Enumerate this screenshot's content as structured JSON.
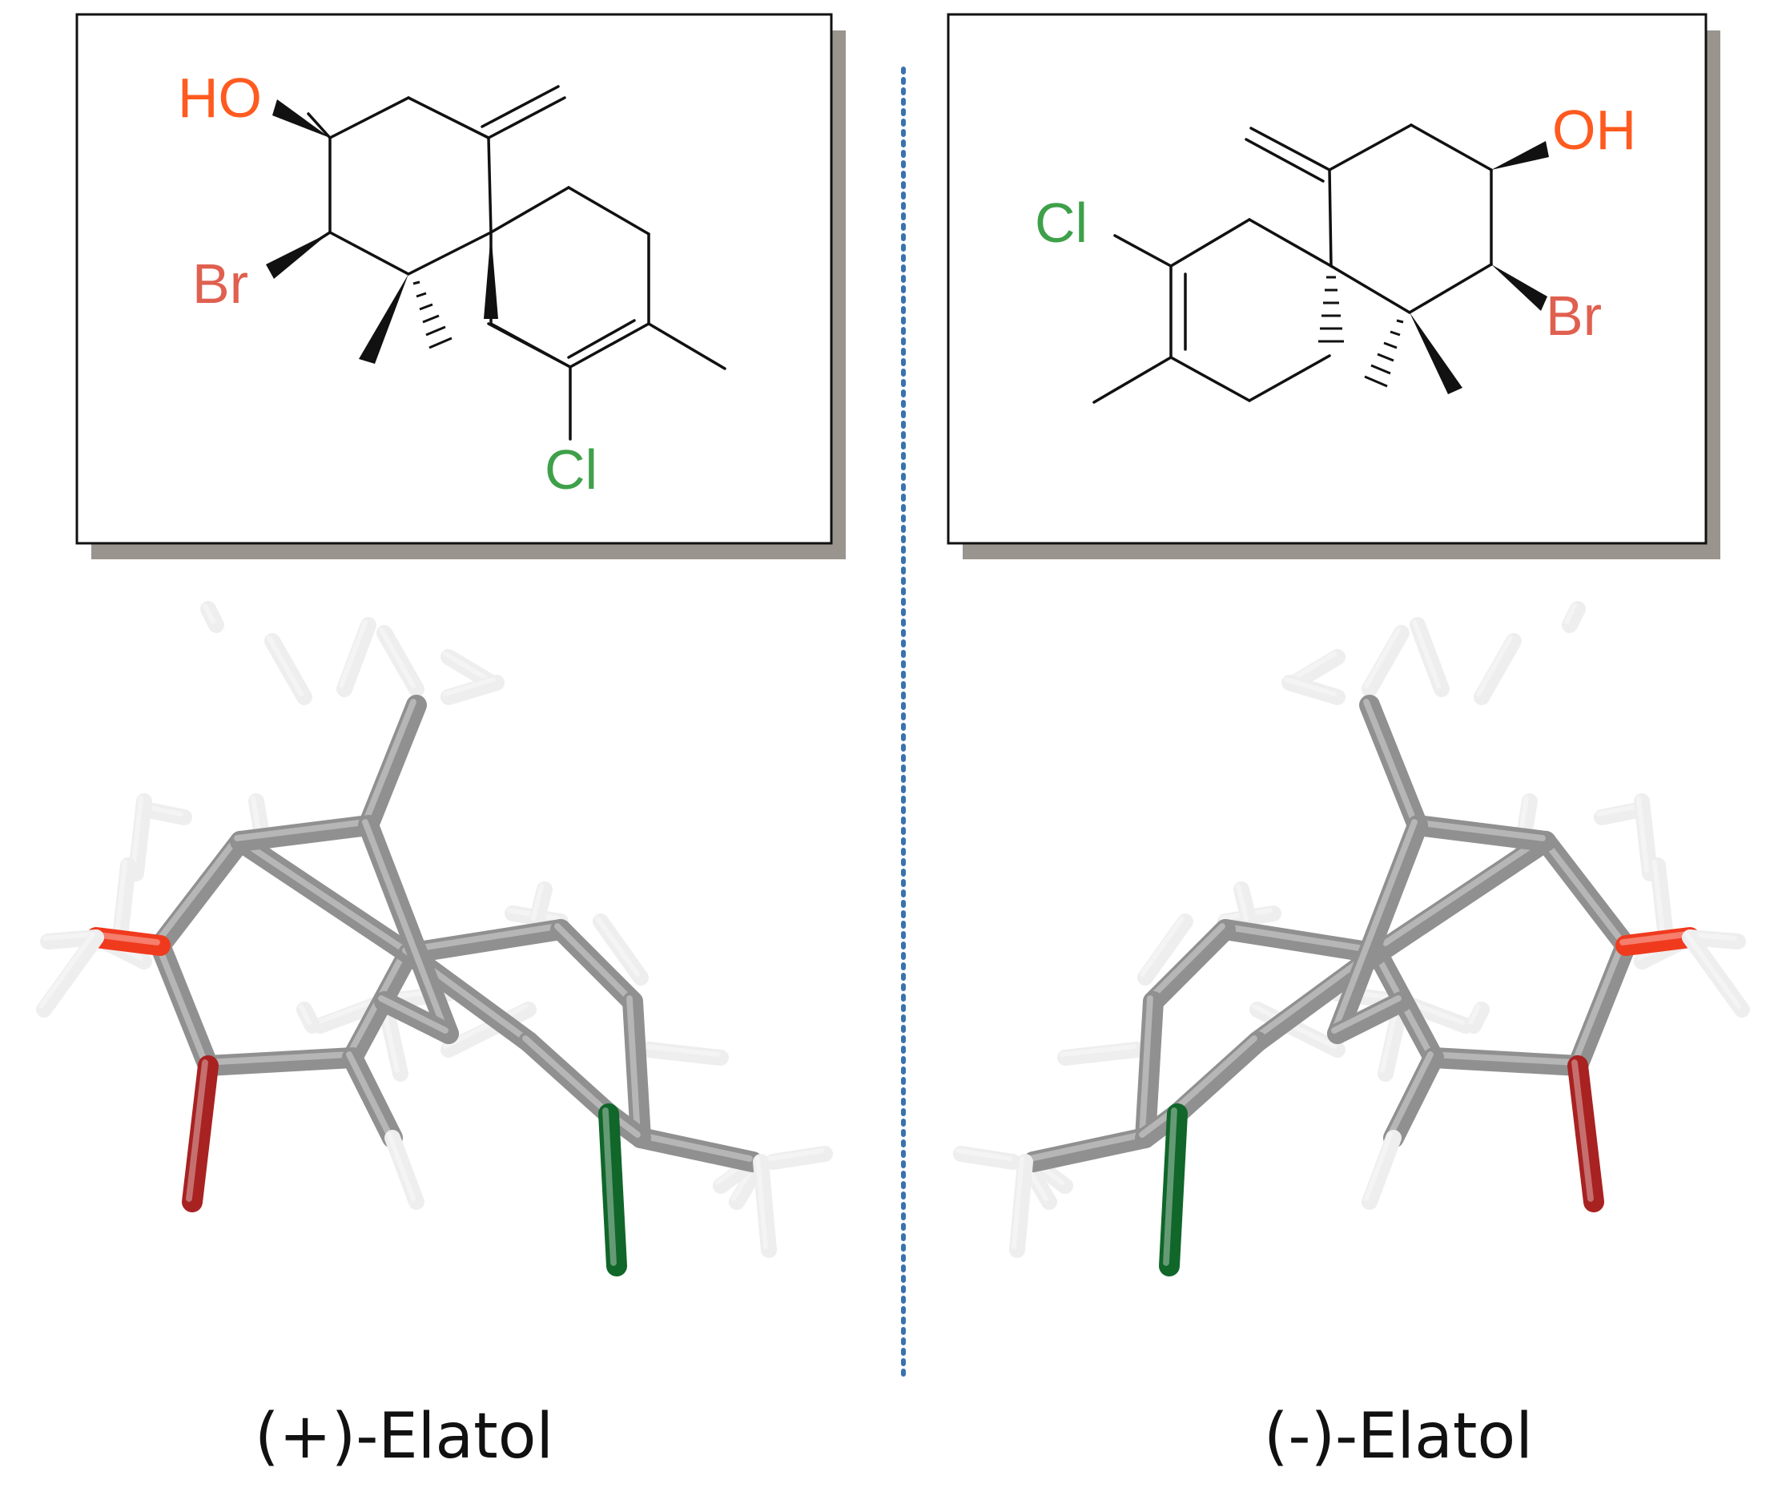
{
  "colors": {
    "oxygen_label": "#FF5A1F",
    "bromine_label": "#E06050",
    "chlorine_label": "#3FA04A",
    "frame_shadow": "#9A948E",
    "mirror_line": "#3A72B0",
    "carbon_3d": "#909090",
    "hydrogen_3d": "#EEEEEE",
    "oxygen_3d": "#F03A1E",
    "bromine_3d": "#A82222",
    "chlorine_3d": "#11662A"
  },
  "left": {
    "labels": {
      "HO": "HO",
      "Br": "Br",
      "Cl": "Cl"
    },
    "caption": "(+)-Elatol"
  },
  "right": {
    "labels": {
      "OH": "OH",
      "Br": "Br",
      "Cl": "Cl"
    },
    "caption": "(-)-Elatol"
  }
}
